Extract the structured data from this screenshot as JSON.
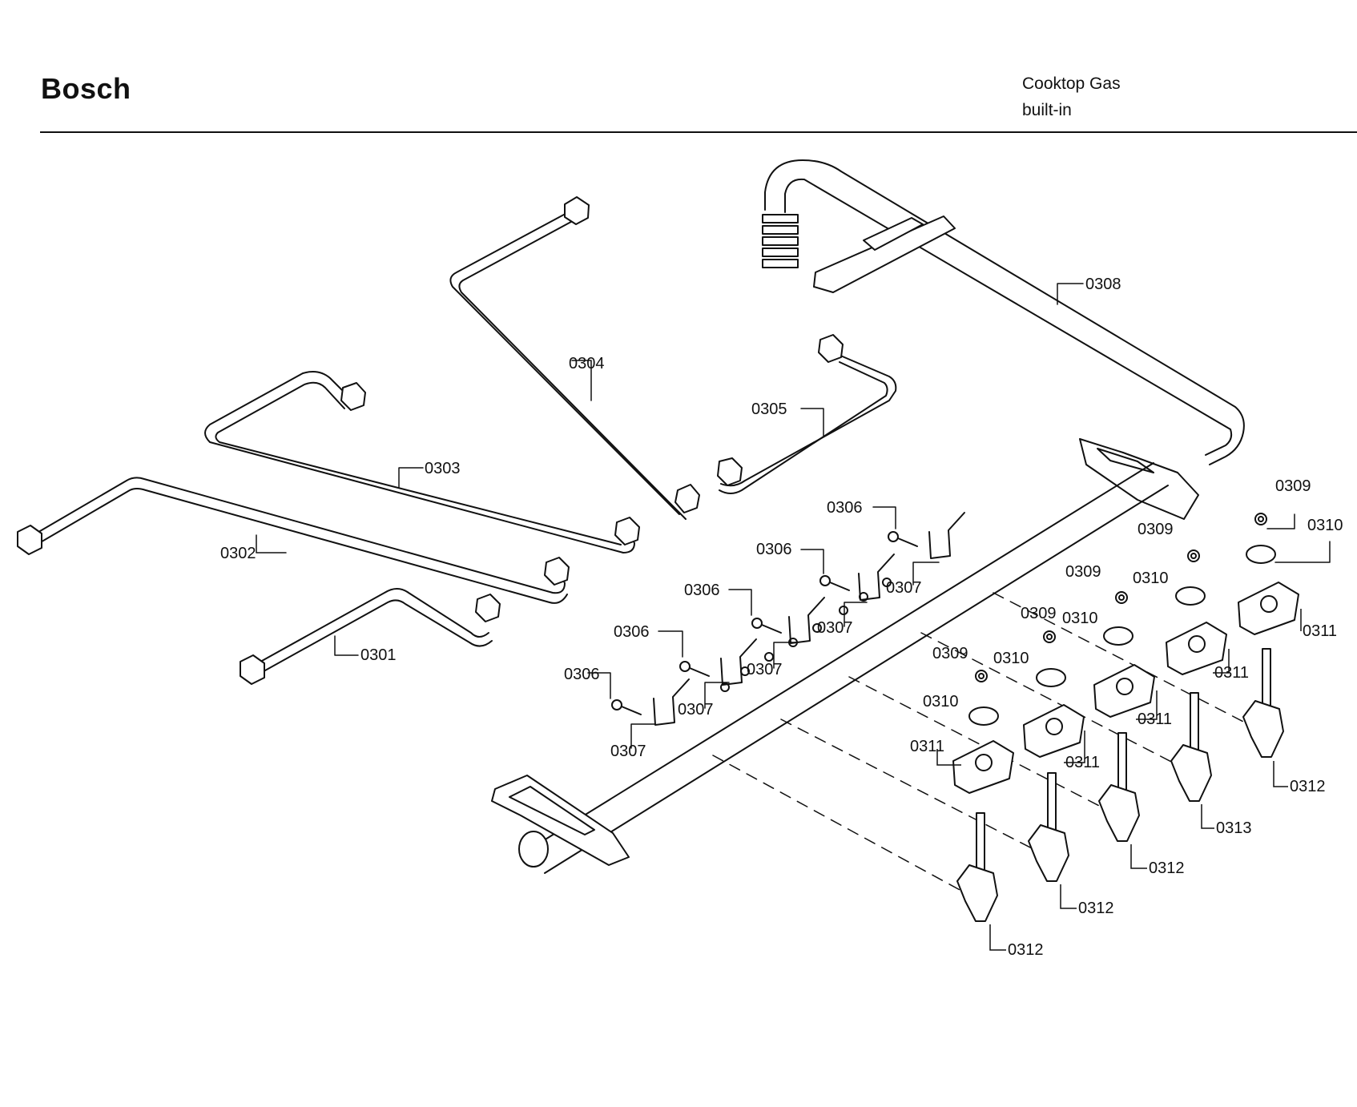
{
  "header": {
    "brand": "Bosch",
    "product_line1": "Cooktop Gas",
    "product_line2": "built-in"
  },
  "parts": {
    "p0301": "0301",
    "p0302": "0302",
    "p0303": "0303",
    "p0304": "0304",
    "p0305": "0305",
    "p0306": "0306",
    "p0307": "0307",
    "p0308": "0308",
    "p0309": "0309",
    "p0310": "0310",
    "p0311": "0311",
    "p0312": "0312",
    "p0313": "0313"
  }
}
